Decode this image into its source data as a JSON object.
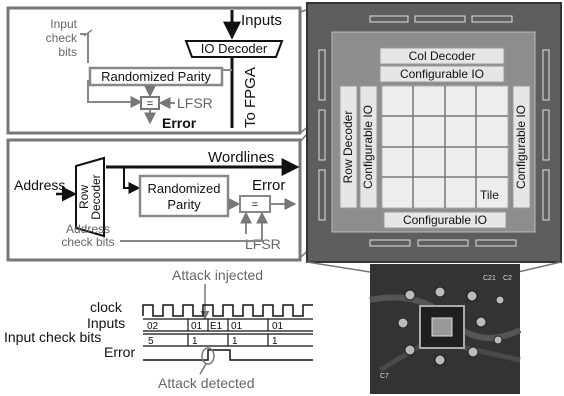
{
  "top_block": {
    "input_check_bits": [
      "Input",
      "check",
      "bits"
    ],
    "inputs": "Inputs",
    "io_decoder": "IO Decoder",
    "randomized_parity": "Randomized Parity",
    "compare": "=",
    "lfsr": "LFSR",
    "error": "Error",
    "to_fpga": "To FPGA"
  },
  "mid_block": {
    "wordlines": "Wordlines",
    "address": "Address",
    "row_decoder": [
      "Row",
      "Decoder"
    ],
    "randomized_parity": [
      "Randomized",
      "Parity"
    ],
    "error": "Error",
    "compare": "=",
    "address_check_bits": [
      "Address",
      "check bits"
    ],
    "lfsr": "LFSR"
  },
  "die": {
    "col_decoder": "Col Decoder",
    "configurable_io_top1": "Configurable IO",
    "configurable_io_bottom": "Configurable IO",
    "configurable_io_left": "Configurable IO",
    "configurable_io_right": "Configurable IO",
    "row_decoder": "Row Decoder",
    "tile": "Tile"
  },
  "timing": {
    "attack_injected": "Attack injected",
    "attack_detected": "Attack detected",
    "signals": {
      "clock": "clock",
      "inputs": "Inputs",
      "input_check_bits": "Input check bits",
      "error": "Error"
    },
    "inputs_values": [
      "02",
      "01",
      "E1",
      "01",
      "01"
    ],
    "check_values": [
      "5",
      "1",
      "1",
      "1"
    ]
  },
  "photo": {
    "labels": [
      "C21",
      "C2",
      "C7"
    ]
  },
  "colors": {
    "frame": "#7a7a7a",
    "die_bg": "#5e5e5e",
    "die_core": "#8d8d8d",
    "photo_bg": "#333333"
  }
}
